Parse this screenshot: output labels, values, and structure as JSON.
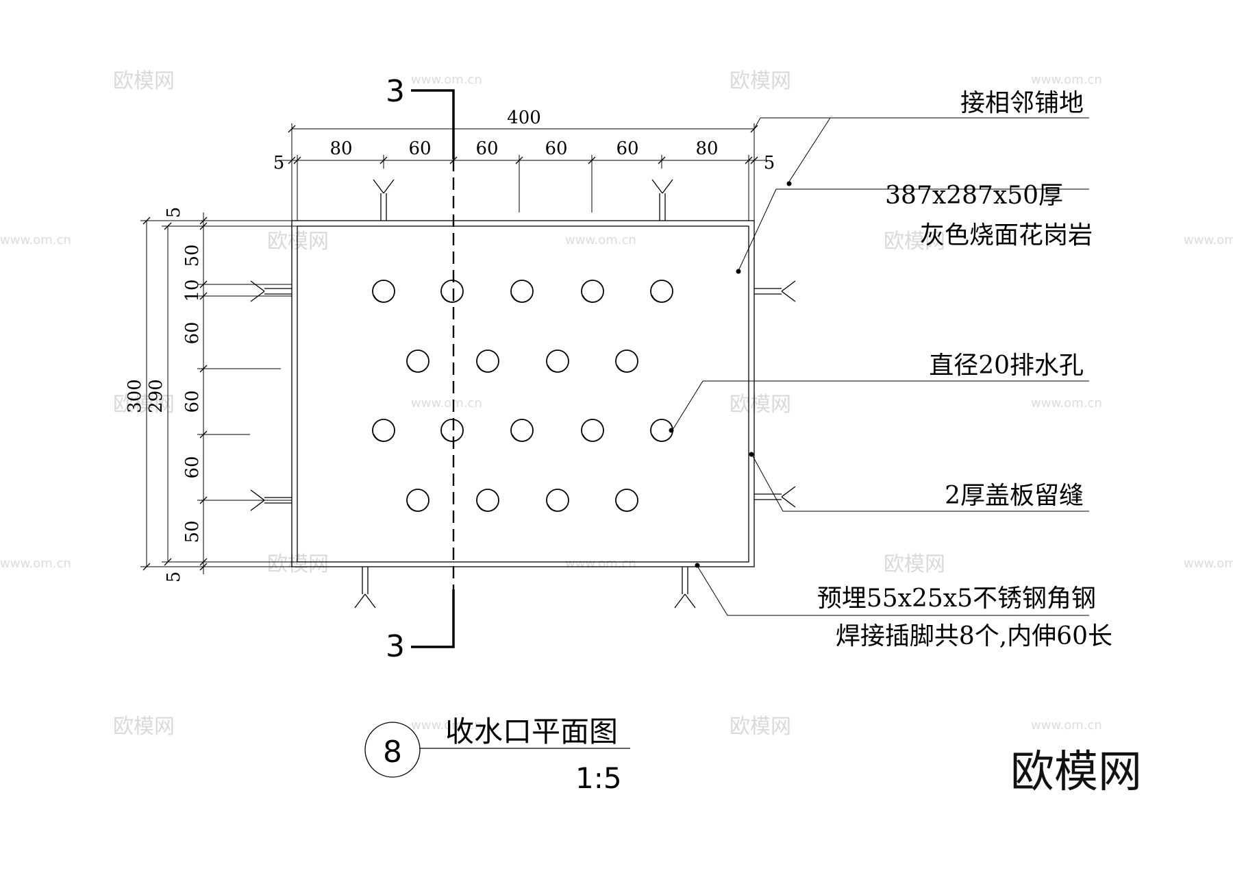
{
  "dimensions": {
    "top_total": "400",
    "top_parts": [
      "5",
      "80",
      "60",
      "60",
      "60",
      "60",
      "80",
      "5"
    ],
    "left_total": "300",
    "left_inner": "290",
    "left_parts": [
      "5",
      "50",
      "10",
      "60",
      "60",
      "60",
      "50",
      "5"
    ]
  },
  "section_marker": {
    "top": "3",
    "bottom": "3"
  },
  "annotations": {
    "adjacent_paving": "接相邻铺地",
    "stone_size": "387x287x50厚",
    "stone_material": "灰色烧面花岗岩",
    "drain_hole": "直径20排水孔",
    "cover_gap": "2厚盖板留缝",
    "embedded_line1": "预埋55x25x5不锈钢角钢",
    "embedded_line2": "焊接插脚共8个,内伸60长"
  },
  "title": {
    "number": "8",
    "name": "收水口平面图",
    "scale": "1:5"
  },
  "watermarks": {
    "text": "欧模网",
    "url": "www.om.cn"
  },
  "brand": "欧模网"
}
